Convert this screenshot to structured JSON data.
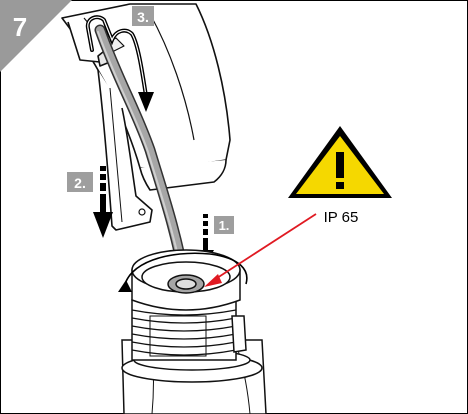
{
  "step_number": "7",
  "labels": {
    "step_1": "1.",
    "step_2": "2.",
    "step_3": "3."
  },
  "protection_rating": "IP 65",
  "icons": {
    "warning": "warning-triangle-icon"
  },
  "colors": {
    "corner_badge": "#9a9a9a",
    "step_tag": "#9e9e9e",
    "warning_yellow": "#f5d800",
    "pointer_red": "#e01a22",
    "cable_gray": "#a6a6a6"
  }
}
